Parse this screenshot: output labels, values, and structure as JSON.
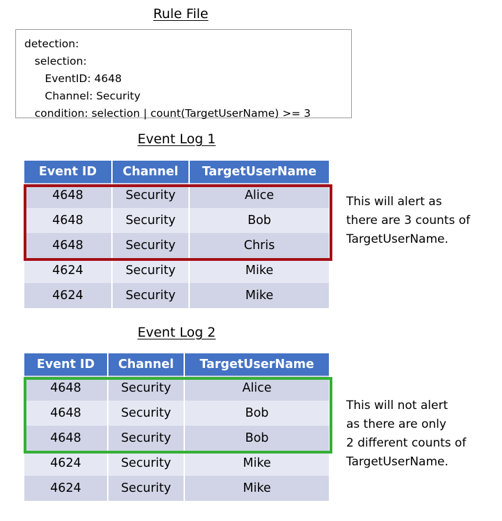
{
  "rule_file": {
    "title": "Rule File",
    "lines": [
      "detection:",
      "   selection:",
      "      EventID: 4648",
      "      Channel: Security",
      "   condition: selection | count(TargetUserName) >= 3"
    ]
  },
  "columns": [
    "Event ID",
    "Channel",
    "TargetUserName"
  ],
  "event_log_1": {
    "title": "Event Log 1",
    "rows": [
      [
        "4648",
        "Security",
        "Alice"
      ],
      [
        "4648",
        "Security",
        "Bob"
      ],
      [
        "4648",
        "Security",
        "Chris"
      ],
      [
        "4624",
        "Security",
        "Mike"
      ],
      [
        "4624",
        "Security",
        "Mike"
      ]
    ],
    "highlight": {
      "color": "#A50F16",
      "rows": [
        0,
        1,
        2
      ]
    },
    "annotation": "This will alert as\nthere are 3 counts of\nTargetUserName."
  },
  "event_log_2": {
    "title": "Event Log 2",
    "rows": [
      [
        "4648",
        "Security",
        "Alice"
      ],
      [
        "4648",
        "Security",
        "Bob"
      ],
      [
        "4648",
        "Security",
        "Bob"
      ],
      [
        "4624",
        "Security",
        "Mike"
      ],
      [
        "4624",
        "Security",
        "Mike"
      ]
    ],
    "highlight": {
      "color": "#35B035",
      "rows": [
        0,
        1,
        2
      ]
    },
    "annotation": "This will not alert\nas there are only\n2 different counts of\nTargetUserName."
  },
  "colors": {
    "header_blue": "#4472C4",
    "row_dark": "#D0D4E6",
    "row_light": "#E5E8F3",
    "alert_red": "#A50F16",
    "ok_green": "#35B035",
    "box_border": "#9A9A9A"
  }
}
